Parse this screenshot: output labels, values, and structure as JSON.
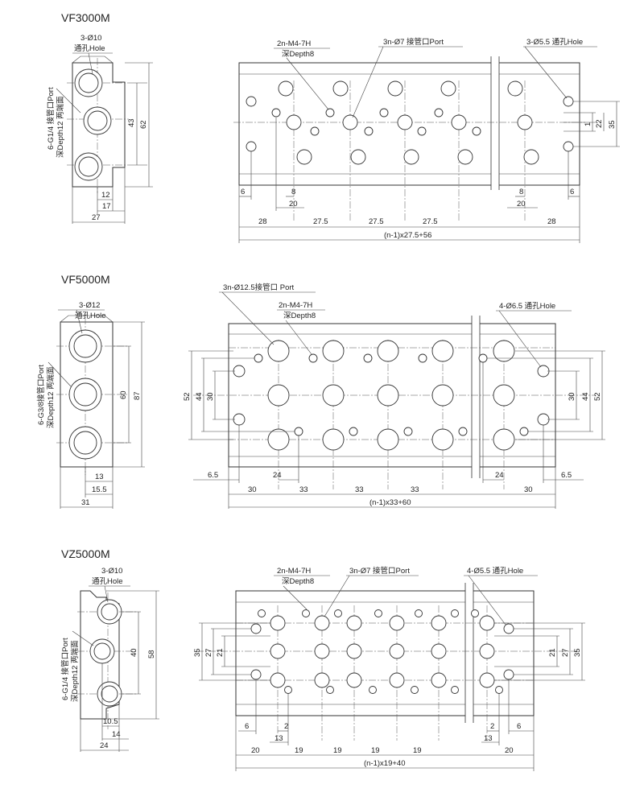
{
  "sections": [
    {
      "model": "VF3000M",
      "side": {
        "hole_label": "3-Ø10",
        "hole_label2": "通孔Hole",
        "port_label": "6-G1/4 接管口Port",
        "port_label2": "深Depth12 两端面",
        "dim_pitch": "43",
        "dim_height": "62",
        "dim_a": "12",
        "dim_b": "17",
        "dim_width": "27"
      },
      "top": {
        "label_m4": "2n-M4-7H",
        "label_m4_depth": "深Depth8",
        "label_port": "3n-Ø7 接管口Port",
        "label_hole": "3-Ø5.5 通孔Hole",
        "dim_1": "1",
        "dim_22": "22",
        "dim_35": "35",
        "dim_6_left": "6",
        "dim_8_left": "8",
        "dim_20_left": "20",
        "dim_28_left": "28",
        "dim_pitch_1": "27.5",
        "dim_pitch_2": "27.5",
        "dim_pitch_3": "27.5",
        "dim_8_right": "8",
        "dim_20_right": "20",
        "dim_6_right": "6",
        "dim_28_right": "28",
        "dim_total": "(n-1)x27.5+56"
      }
    },
    {
      "model": "VF5000M",
      "side": {
        "hole_label": "3-Ø12",
        "hole_label2": "通孔Hole",
        "port_label": "6-G3/8接管口Port",
        "port_label2": "深Depth12 两端面",
        "dim_pitch": "60",
        "dim_height": "87",
        "dim_a": "13",
        "dim_b": "15.5",
        "dim_width": "31"
      },
      "top": {
        "label_port": "3n-Ø12.5接管口 Port",
        "label_m4": "2n-M4-7H",
        "label_m4_depth": "深Depth8",
        "label_hole": "4-Ø6.5 通孔Hole",
        "dim_52_left": "52",
        "dim_44_left": "44",
        "dim_30_left": "30",
        "dim_30_right": "30",
        "dim_44_right": "44",
        "dim_52_right": "52",
        "dim_6_5_left": "6.5",
        "dim_24_left": "24",
        "dim_30_bottom_left": "30",
        "dim_pitch_1": "33",
        "dim_pitch_2": "33",
        "dim_pitch_3": "33",
        "dim_24_right": "24",
        "dim_6_5_right": "6.5",
        "dim_30_bottom_right": "30",
        "dim_total": "(n-1)x33+60"
      }
    },
    {
      "model": "VZ5000M",
      "side": {
        "hole_label": "3-Ø10",
        "hole_label2": "通孔Hole",
        "port_label": "6-G1/4 接管口Port",
        "port_label2": "深Depth12 两端面",
        "dim_pitch": "40",
        "dim_height": "58",
        "dim_a": "10.5",
        "dim_b": "14",
        "dim_width": "24"
      },
      "top": {
        "label_m4": "2n-M4-7H",
        "label_m4_depth": "深Depth8",
        "label_port": "3n-Ø7 接管口Port",
        "label_hole": "4-Ø5.5 通孔Hole",
        "dim_35_left": "35",
        "dim_27_left": "27",
        "dim_21_left": "21",
        "dim_21_right": "21",
        "dim_27_right": "27",
        "dim_35_right": "35",
        "dim_6_left": "6",
        "dim_2_left": "2",
        "dim_13_left": "13",
        "dim_20_left": "20",
        "dim_pitch_1": "19",
        "dim_pitch_2": "19",
        "dim_pitch_3": "19",
        "dim_pitch_4": "19",
        "dim_2_right": "2",
        "dim_6_right": "6",
        "dim_13_right": "13",
        "dim_20_right": "20",
        "dim_total": "(n-1)x19+40"
      }
    }
  ]
}
